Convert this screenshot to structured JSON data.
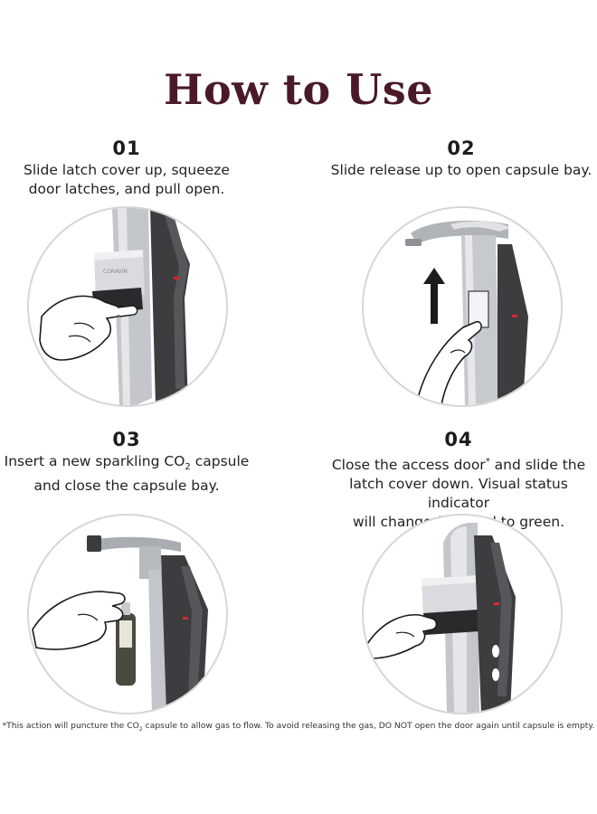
{
  "title": "How to Use",
  "steps": [
    {
      "number": "01",
      "lines": [
        "Slide latch cover up, squeeze",
        "door latches, and pull open."
      ]
    },
    {
      "number": "02",
      "lines": [
        "Slide release up to open capsule bay."
      ]
    },
    {
      "number": "03",
      "line1_pre": "Insert a new sparkling CO",
      "line1_sub": "2",
      "line1_post": " capsule",
      "line2": "and close the capsule bay."
    },
    {
      "number": "04",
      "line1_pre": "Close the access door",
      "line1_sup": "*",
      "line1_post": " and slide the",
      "line2": "latch cover down. Visual status indicator",
      "line3": "will change from red to green."
    }
  ],
  "brand_mark": "CORAVIN",
  "footnote": {
    "pre": "*This action will puncture the CO",
    "sub": "2",
    "post": " capsule to allow gas to flow. To avoid releasing the gas, DO NOT open the door again until capsule is empty."
  },
  "colors": {
    "title": "#4a1a27",
    "device_dark": "#3d3d3f",
    "device_silver": "#b9bcc0",
    "indicator_red": "#d6272e",
    "circle_border": "#d6d6d6"
  },
  "icons": [
    "up-arrow-icon",
    "hand-icon"
  ]
}
